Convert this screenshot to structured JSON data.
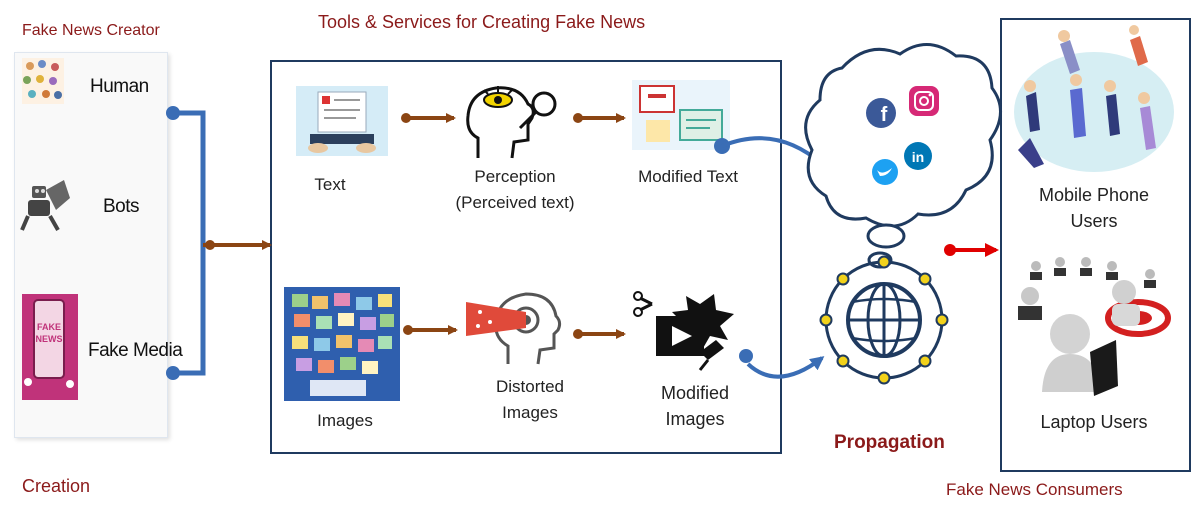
{
  "headings": {
    "creator": "Fake News Creator",
    "tools": "Tools & Services for Creating Fake News",
    "creation": "Creation",
    "propagation": "Propagation",
    "consumers": "Fake News Consumers"
  },
  "creators": [
    {
      "label": "Human",
      "icon": "crowd-icon"
    },
    {
      "label": "Bots",
      "icon": "robot-icon"
    },
    {
      "label": "Fake Media",
      "icon": "fake-news-phone-icon"
    }
  ],
  "text_pipeline": {
    "source": "Text",
    "perception_line1": "Perception",
    "perception_line2": "(Perceived text)",
    "result": "Modified Text"
  },
  "image_pipeline": {
    "source": "Images",
    "distorted_line1": "Distorted",
    "distorted_line2": "Images",
    "result_line1": "Modified",
    "result_line2": "Images"
  },
  "social_icons": [
    "facebook-icon",
    "instagram-icon",
    "twitter-icon",
    "linkedin-icon"
  ],
  "consumer_groups": {
    "mobile_line1": "Mobile Phone",
    "mobile_line2": "Users",
    "laptop": "Laptop Users"
  },
  "colors": {
    "heading_red": "#8b1a1a",
    "connector_blue": "#3a6db5",
    "arrow_brown": "#8b4513",
    "box_border": "#1f3a5f",
    "arrow_red": "#e00000"
  }
}
